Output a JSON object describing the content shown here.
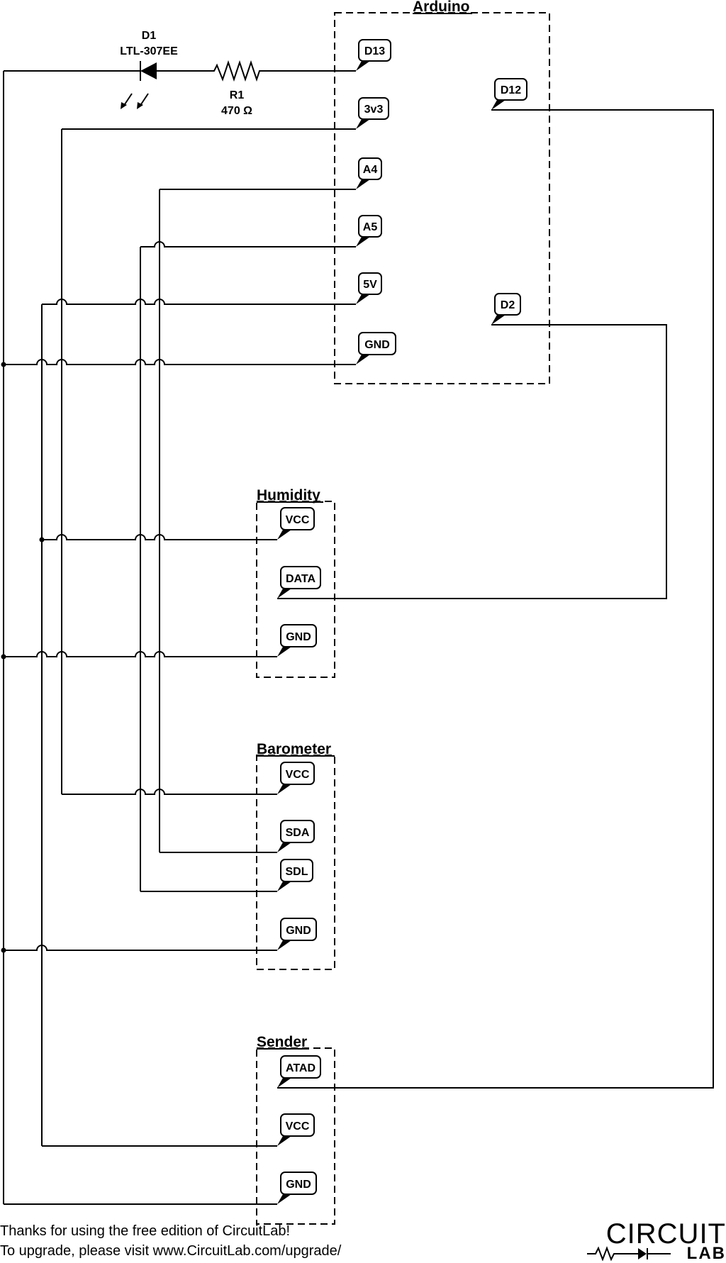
{
  "components": {
    "led": {
      "ref": "D1",
      "part": "LTL-307EE"
    },
    "resistor": {
      "ref": "R1",
      "value": "470 Ω"
    }
  },
  "blocks": {
    "arduino": {
      "title": "Arduino",
      "pins": [
        "D13",
        "3v3",
        "A4",
        "A5",
        "5V",
        "GND",
        "D12",
        "D2"
      ]
    },
    "humidity": {
      "title": "Humidity",
      "pins": [
        "VCC",
        "DATA",
        "GND"
      ]
    },
    "barometer": {
      "title": "Barometer",
      "pins": [
        "VCC",
        "SDA",
        "SDL",
        "GND"
      ]
    },
    "sender": {
      "title": "Sender",
      "pins": [
        "ATAD",
        "VCC",
        "GND"
      ]
    }
  },
  "footer": {
    "line1": "Thanks for using the free edition of CircuitLab!",
    "line2": "To upgrade, please visit www.CircuitLab.com/upgrade/"
  },
  "logo": {
    "top": "CIRCUIT",
    "bottom": "LAB"
  }
}
